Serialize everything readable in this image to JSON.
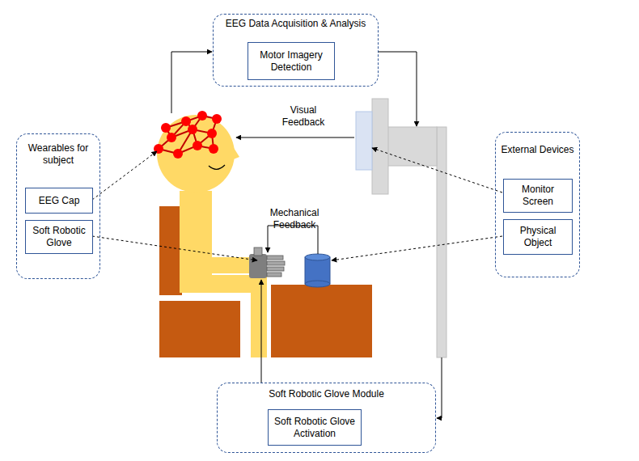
{
  "diagram": {
    "nodes": [
      {
        "text": [
          "EEG Data Acquisition & Analysis"
        ]
      },
      {
        "text": [
          "Motor Imagery Detection"
        ],
        "in": 0
      },
      {
        "text": [
          "Wearables for subject"
        ]
      },
      {
        "text": [
          "EEG Cap"
        ],
        "in": 2
      },
      {
        "text": [
          "Soft Robotic Glove"
        ],
        "in": 2
      },
      {
        "text": [
          "External Devices"
        ]
      },
      {
        "text": [
          "Monitor Screen"
        ],
        "in": 5
      },
      {
        "text": [
          "Physical Object"
        ],
        "in": 5
      },
      {
        "text": [
          "Soft Robotic Glove Module"
        ]
      },
      {
        "text": [
          "Soft Robotic Glove Activation"
        ],
        "in": 8
      }
    ],
    "labels": [
      "Visual Feedback",
      "Mechanical Feedback"
    ]
  }
}
